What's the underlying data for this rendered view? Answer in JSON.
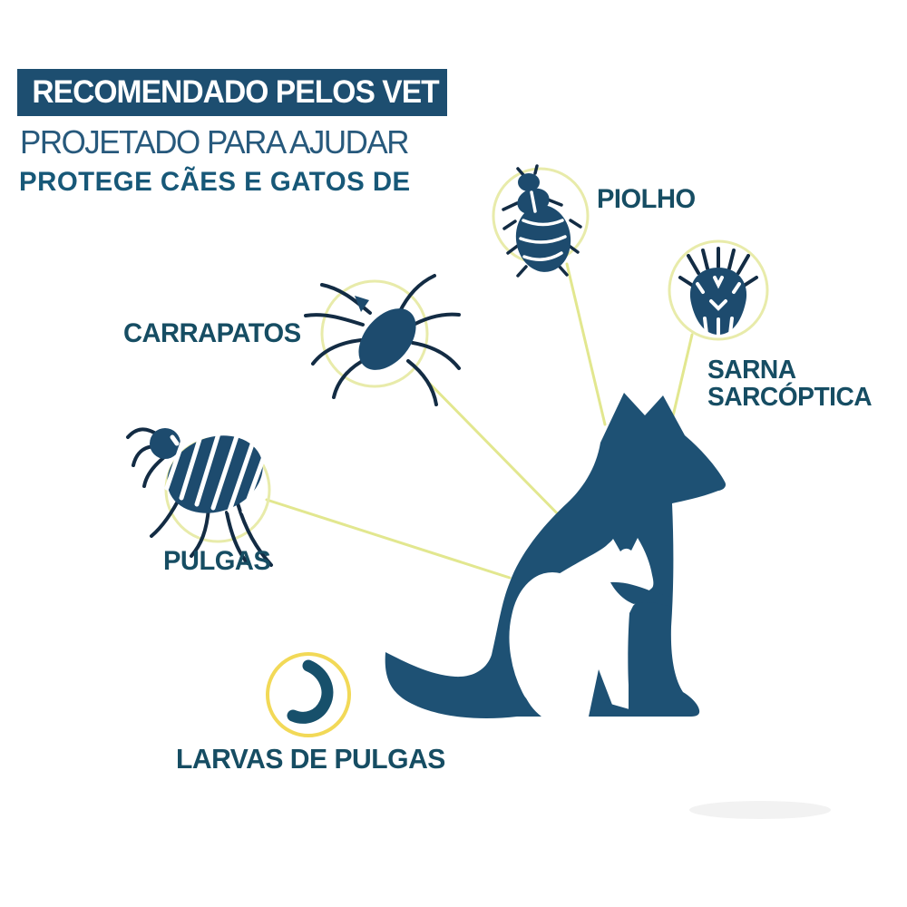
{
  "header": {
    "banner": "RECOMENDADO PELOS VET",
    "subtitle": "PROJETADO PARA AJUDAR",
    "tagline": "PROTEGE CÃES E GATOS DE"
  },
  "parasites": [
    {
      "label": "PIOLHO",
      "icon": "louse-icon"
    },
    {
      "label": "SARNA SARCÓPTICA",
      "lines": [
        "SARNA",
        "SARCÓPTICA"
      ],
      "icon": "mite-icon"
    },
    {
      "label": "CARRAPATOS",
      "icon": "tick-icon"
    },
    {
      "label": "PULGAS",
      "icon": "flea-icon"
    },
    {
      "label": "LARVAS DE PULGAS",
      "icon": "flea-larva-icon"
    }
  ],
  "illustration": {
    "subject": "dog-and-cat-silhouette"
  },
  "colors": {
    "navy": "#1e5174",
    "icon_navy": "#1d4b6e",
    "leg_dark": "#132c44",
    "banner_bg": "#1d4e70",
    "banner_text": "#ffffff",
    "subtitle_text": "#27597c",
    "tagline_text": "#175878",
    "label_text": "#164d63",
    "circle_stroke": "#e8ebaa",
    "larva_circle_stroke": "#f2d957",
    "line_stroke": "#e2e78f"
  }
}
